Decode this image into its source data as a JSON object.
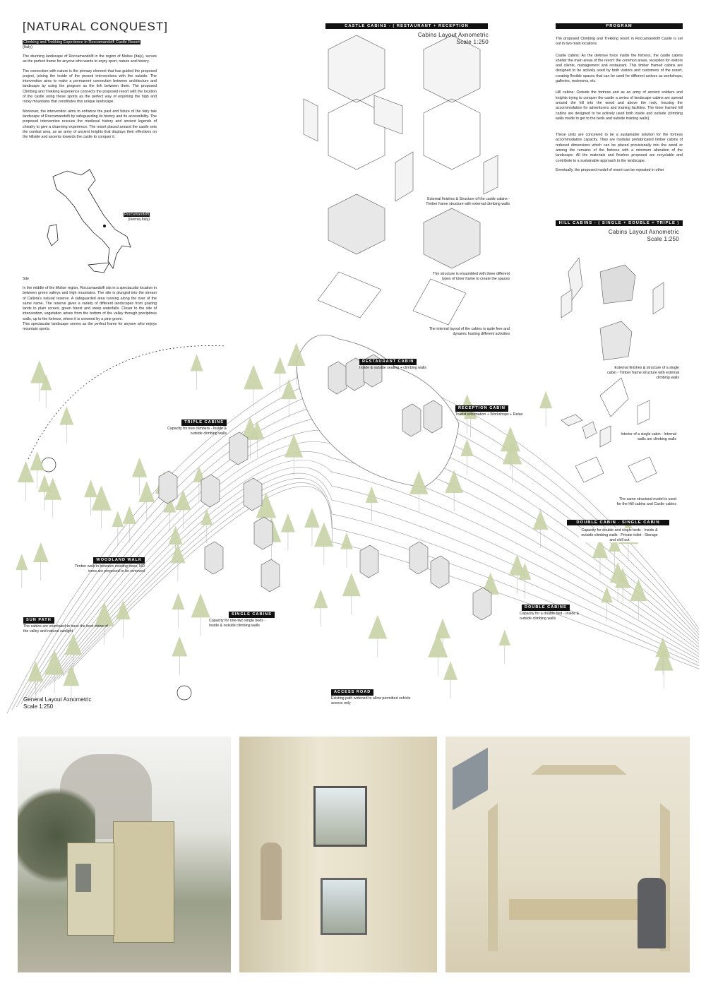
{
  "header": {
    "title": "[NATURAL CONQUEST]",
    "subtitle": "Climbing and Trekking Experience in Roccamandolfi Castle Resort",
    "subtitle_country": "(Italy)"
  },
  "intro": {
    "paragraphs": [
      "The stunning landscape of Roccamandolfi in the region of Molise (Italy), serves as the perfect frame for anyone who wants to enjoy sport, nature and history.",
      "The connection with nature is the primary element that has guided the proposed project, joining the inside of the prosed interventions with the outside. The intervention aims to make a permanent connection between architecture and landscape by using the program as the link between them. The proposed Climbing and Trekking Experience connects the proposed resort with the location of the castle using these sports as the perfect way of enjoining the high and rocky mountains that constitutes this unique landscape.",
      "Moreover, the intervention aims to enhance the past and future of the fairy tale landscape of Roccamandolfi by safeguarding its history and its accessibility. The proposed intervention rescues the medieval history and ancient legends of chivalry to give a charming experience. The resort placed around the castle sets the combat area, as an army of ancient knights that displays their effectives on the hillside and ascents towards the castle to conquer it."
    ]
  },
  "map": {
    "location_label": "Roccamandolfi",
    "location_sub": "(Isernia,Italy)"
  },
  "site": {
    "heading": "Site",
    "text": "In the middle of the Molise region, Roccamandolfi sits in a spectacular location in between green valleys and high mountains. The site is plunged into the stream of Callora's natural reserve. A safeguarded area running along the river of the same name. The reserve gives a variety of different landscapes from grazing lands to plain screes, green forest and steep waterfalls. Closer to the site of intervention, vegetation arises from the bottom of the valley through precipitous walls, up to the fortress, where it is crowned by a pine grove.",
    "text2": "This spectacular landscape serves as the perfect frame for anyone who enjoys mountain sports."
  },
  "castle_cabins": {
    "tag": "CASTLE CABINS - ( RESTAURANT + RECEPTION",
    "layout_title": "Cabins Layout Axnometric",
    "scale": "Scale 1:250",
    "note1": "External finishes & Structure of the castle cabins - Timber frame structure with external climbing walls",
    "note2": "The structure is ensambled with three different types of timer frame to create the spaces",
    "note3": "The internal layout of the cabins is quite free and dynamic hosting different activities"
  },
  "program": {
    "tag": "PROGRAM",
    "paragraphs": [
      "The proposed Climbing and Trekking resort in Roccamandolfi Castle is set out in two main locations.",
      "Castle cabins: As the defense force inside the fortress, the castle cabins shelter the main areas of the resort: the common areas, reception for visitors and clients, management and restaurant. This timber framed cabins are designed to be actively used by both visitors and customers of the resort, creating flexible spaces that can be used for different actives as workshops, galleries, restrooms, etc.",
      "Hill cabins: Outside the fortress and as an army of ancient soldiers and knights trying to conquer the castle a series of landscape cabins are spread around the hill into the wood and above the rock, housing the accommodation for adventurers and training facilities. The timer framed hill cabins are designed to be actively used both inside and outside (climbing walls inside to get to the beds and outside training walls).",
      "These units are conceived to be a sustainable solution for the fortress accommodation capacity. They are modular prefabricated timber cabins of reduced dimensions which can be placed provisionally into the wood or among the remains of the fortress with a minimum alteration of the landscape. All the materials and finishes proposed are recyclable and contribute to a sustainable approach to the landscape.",
      "Eventually, the proposed model of resort can be repeated in other"
    ]
  },
  "hill_cabins": {
    "tag": "HILL CABINS - ( SINGLE + DOUBLE + TRIPLE )",
    "layout_title": "Cabins Layout Axnometric",
    "scale": "Scale 1:250",
    "note1": "External finishes & structure of a single cabin - Timber frame structure with external climbing walls",
    "note2": "Interior of a single cabin - Internal walls are climbing walls",
    "note3": "The same structural model is used for the Hill cabins and Castle cabins",
    "double_single_tag": "DOUBLE CABIN  -  SINGLE CABIN",
    "double_single_text": "Capacity for double and single beds - Inside & outside climbing walls - Private toilet - Storage and chill out"
  },
  "plan_labels": [
    {
      "tag": "RESTAURANT CABIN",
      "text": "Inside & outside seating + climbing walls"
    },
    {
      "tag": "RECEPTION CABIN",
      "text": "Tourist information + Workshops + Relax"
    },
    {
      "tag": "TRIPLE CABINS",
      "text": "Capacity for tree climbers - Inside & outside climbing walls"
    },
    {
      "tag": "WOODLAND WALK",
      "text": "Timber walk in between existing trees, NO trees are proposed to be removed"
    },
    {
      "tag": "SUN PATH",
      "text": "The cabins are orientated to have the best views of the valley and natural sunlight"
    },
    {
      "tag": "SINGLE CABINS",
      "text": "Capacity for one-two single beds - Inside & outside climbing walls"
    },
    {
      "tag": "DOUBLE CABINS",
      "text": "Capacity for a double bed - Inside & outside climbing walls"
    },
    {
      "tag": "ACCESS ROAD",
      "text": "Existing path widened to allow permitted vehicle access only"
    }
  ],
  "general_layout": {
    "title": "General Layout Axnometric",
    "scale": "Scale 1:250"
  },
  "colors": {
    "tree_green": "#c8d3a6",
    "ink": "#111111",
    "timber": "#d9cfb0"
  }
}
